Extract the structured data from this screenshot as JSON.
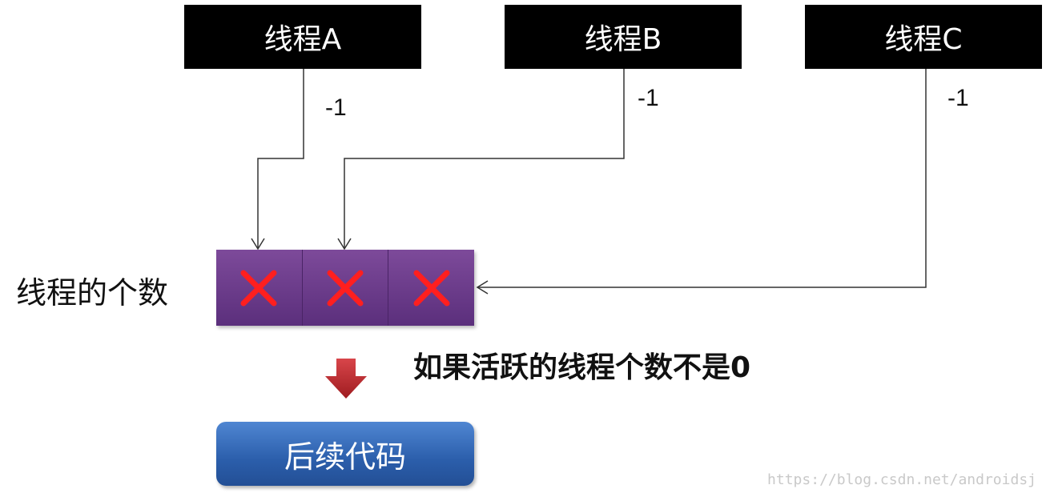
{
  "threads": [
    {
      "label": "线程A",
      "delta": "-1"
    },
    {
      "label": "线程B",
      "delta": "-1"
    },
    {
      "label": "线程C",
      "delta": "-1"
    }
  ],
  "counter": {
    "label": "线程的个数",
    "cells": [
      {
        "mark": "cross-icon"
      },
      {
        "mark": "cross-icon"
      },
      {
        "mark": "cross-icon"
      }
    ],
    "cell_color": "#6a3b8b",
    "mark_color": "#ff1f1f"
  },
  "condition_text": "如果活跃的线程个数不是0",
  "next_step": {
    "label": "后续代码",
    "color": "#2f63b0"
  },
  "arrow_color": "#c0282b",
  "watermark": "https://blog.csdn.net/androidsj"
}
